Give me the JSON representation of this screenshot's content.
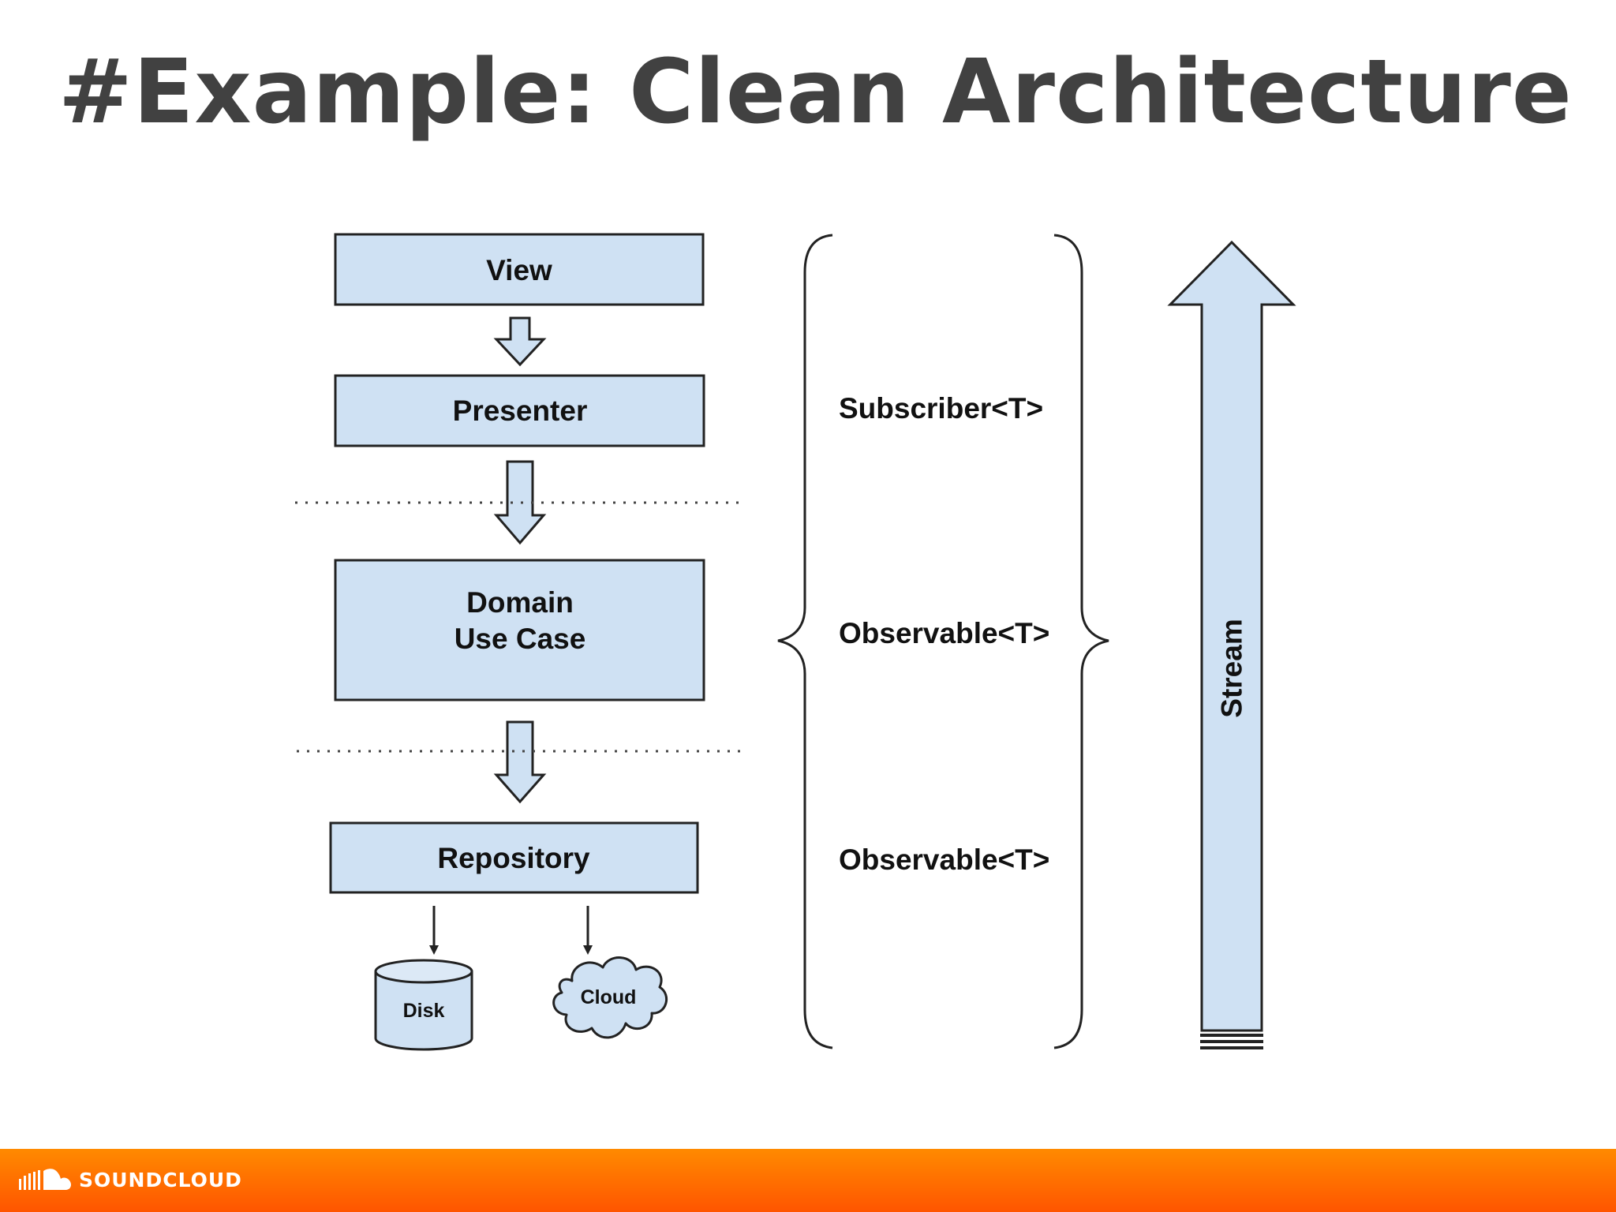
{
  "slide": {
    "title": "#Example: Clean Architecture"
  },
  "diagram": {
    "layers": [
      {
        "id": "view",
        "label": "View"
      },
      {
        "id": "presenter",
        "label": "Presenter"
      },
      {
        "id": "domain",
        "label_lines": [
          "Domain",
          "Use Case"
        ]
      },
      {
        "id": "repository",
        "label": "Repository"
      }
    ],
    "data_sources": [
      {
        "id": "disk",
        "label": "Disk",
        "shape": "cylinder-icon"
      },
      {
        "id": "cloud",
        "label": "Cloud",
        "shape": "cloud-icon"
      }
    ],
    "types": [
      {
        "label": "Subscriber<T>"
      },
      {
        "label": "Observable<T>"
      },
      {
        "label": "Observable<T>"
      }
    ],
    "stream": {
      "label": "Stream",
      "direction": "up"
    },
    "colors": {
      "box_fill": "#cfe1f3",
      "stroke": "#222222",
      "text": "#111111"
    }
  },
  "footer": {
    "brand": "SOUNDCLOUD",
    "logo": "soundcloud-logo-icon",
    "bar_color": "#ff6a00"
  }
}
